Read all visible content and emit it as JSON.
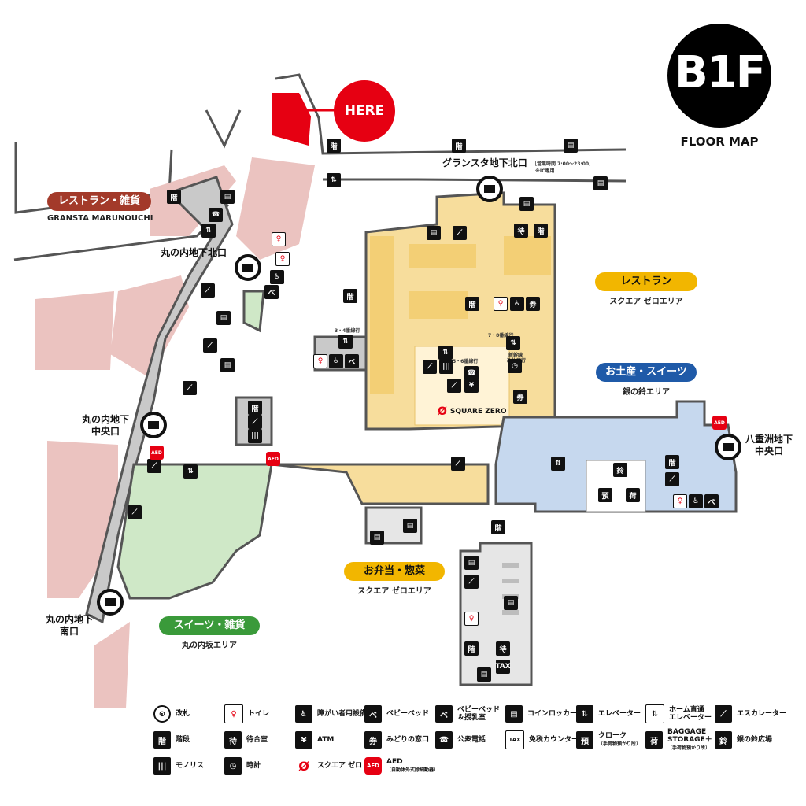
{
  "floor": {
    "label": "B1F",
    "title": "FLOOR MAP"
  },
  "here_label": "HERE",
  "areas": {
    "restaurant_goods": {
      "tag": "レストラン・雑貨",
      "sub": "GRANSTA MARUNOUCHI",
      "color": "#a33a2a"
    },
    "restaurant": {
      "tag": "レストラン",
      "sub": "スクエア ゼロエリア",
      "color": "#f2b600"
    },
    "souvenir": {
      "tag": "お土産・スイーツ",
      "sub": "銀の鈴エリア",
      "color": "#1f5aa8"
    },
    "bento": {
      "tag": "お弁当・惣菜",
      "sub": "スクエア ゼロエリア",
      "color": "#f2b600"
    },
    "sweets_goods": {
      "tag": "スイーツ・雑貨",
      "sub": "丸の内坂エリア",
      "color": "#3a9a3a"
    }
  },
  "gates": {
    "granstar_north": "グランスタ地下北口",
    "granstar_hours": "［営業時間 7:00〜23:00］",
    "granstar_ic": "※IC専用",
    "marunouchi_north": "丸の内地下北口",
    "marunouchi_central_1": "丸の内地下",
    "marunouchi_central_2": "中央口",
    "marunouchi_south_1": "丸の内地下",
    "marunouchi_south_2": "南口",
    "yaesu_central_1": "八重洲地下",
    "yaesu_central_2": "中央口"
  },
  "platform_labels": {
    "p34": "3・4番線行",
    "p56": "5・6番線行",
    "p78": "7・8番線行",
    "shinkansen_1": "新幹線",
    "shinkansen_2": "改札口行"
  },
  "square_zero_label": "SQUARE ZERO",
  "aed_short": "AED",
  "legend": [
    {
      "icon": "gate-icon",
      "glyph": "⊙",
      "label": "改札"
    },
    {
      "icon": "toilet-icon",
      "glyph": "♂♀",
      "label": "トイレ"
    },
    {
      "icon": "accessibility-icon",
      "glyph": "♿",
      "label": "障がい者用設備"
    },
    {
      "icon": "baby-bed-icon",
      "glyph": "ベ",
      "label": "ベビーベッド"
    },
    {
      "icon": "baby-nursing-icon",
      "glyph": "ベ",
      "label": "ベビーベッド\n＆授乳室"
    },
    {
      "icon": "coin-locker-icon",
      "glyph": "▤",
      "label": "コインロッカー"
    },
    {
      "icon": "elevator-icon",
      "glyph": "⇅",
      "label": "エレベーター"
    },
    {
      "icon": "platform-elevator-icon",
      "glyph": "⇅",
      "label": "ホーム直通\nエレベーター"
    },
    {
      "icon": "escalator-icon",
      "glyph": "⟋",
      "label": "エスカレーター"
    },
    {
      "icon": "stairs-icon",
      "glyph": "階",
      "label": "階段"
    },
    {
      "icon": "waiting-room-icon",
      "glyph": "待",
      "label": "待合室"
    },
    {
      "icon": "atm-icon",
      "glyph": "¥",
      "label": "ATM"
    },
    {
      "icon": "ticket-office-icon",
      "glyph": "券",
      "label": "みどりの窓口"
    },
    {
      "icon": "phone-icon",
      "glyph": "☎",
      "label": "公衆電話"
    },
    {
      "icon": "tax-free-icon",
      "glyph": "TAX",
      "label": "免税カウンター"
    },
    {
      "icon": "cloak-icon",
      "glyph": "預",
      "label": "クローク"
    },
    {
      "icon": "baggage-storage-icon",
      "glyph": "荷",
      "label": "BAGGAGE\nSTORAGE＋"
    },
    {
      "icon": "silver-bell-icon",
      "glyph": "鈴",
      "label": "銀の鈴広場"
    },
    {
      "icon": "monolith-icon",
      "glyph": "|||",
      "label": "モノリス"
    },
    {
      "icon": "clock-icon",
      "glyph": "◷",
      "label": "時計"
    },
    {
      "icon": "square-zero-icon",
      "glyph": "Ø",
      "label": "スクエア ゼロ"
    },
    {
      "icon": "aed-icon",
      "glyph": "AED",
      "label": "AED"
    }
  ],
  "legend_notes": {
    "cloak": "（手荷物預かり所）",
    "baggage": "（手荷物預かり所）",
    "aed": "（自動体外式除細動器）"
  }
}
